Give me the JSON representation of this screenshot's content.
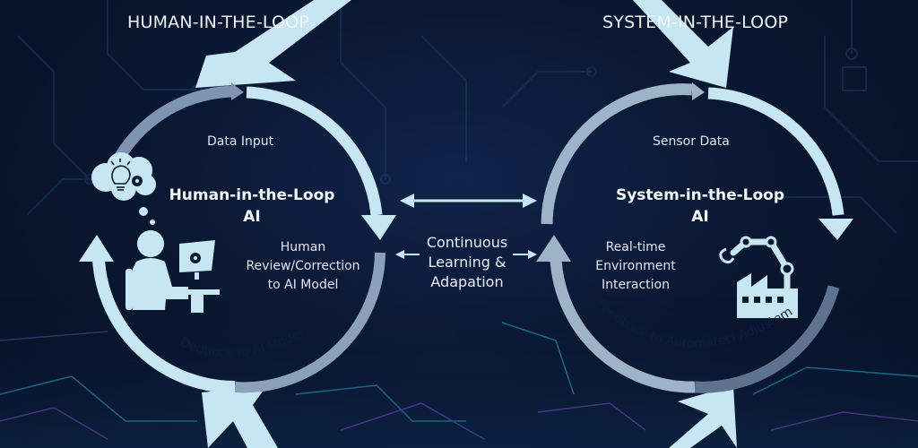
{
  "colors": {
    "background": "#0b1833",
    "arrow_light": "#c6e6f1",
    "arrow_mid": "#a9bfd2",
    "arrow_dark": "#6f86a3",
    "circuit_cyan": "#2aa6c9",
    "circuit_purple": "#7a4fd0",
    "text": "#e6eef7"
  },
  "left_loop": {
    "heading": "HUMAN-IN-THE-LOOP",
    "title_line1": "Human-in-the-Loop",
    "title_line2": "AI",
    "step_top": "Data Input",
    "step_right": [
      "Human",
      "Review/Correction",
      "to AI Model"
    ],
    "step_bottom_curved": "Dedtiock to AI Model",
    "icons": [
      "thought-cloud-icon",
      "lightbulb-icon",
      "gear-icon",
      "person-at-computer-icon"
    ]
  },
  "right_loop": {
    "heading": "SYSTEM-IN-THE-LOOP",
    "title_line1": "System-in-the-Loop",
    "title_line2": "AI",
    "step_top": "Sensor Data",
    "step_left": [
      "Real-time",
      "Environment",
      "Interaction"
    ],
    "step_bottom_curved": "Feedback to Automatecl Adjustem",
    "icons": [
      "robotic-arm-icon",
      "factory-icon"
    ]
  },
  "center": {
    "label": [
      "Continuous",
      "Learning &",
      "Adapation"
    ]
  }
}
